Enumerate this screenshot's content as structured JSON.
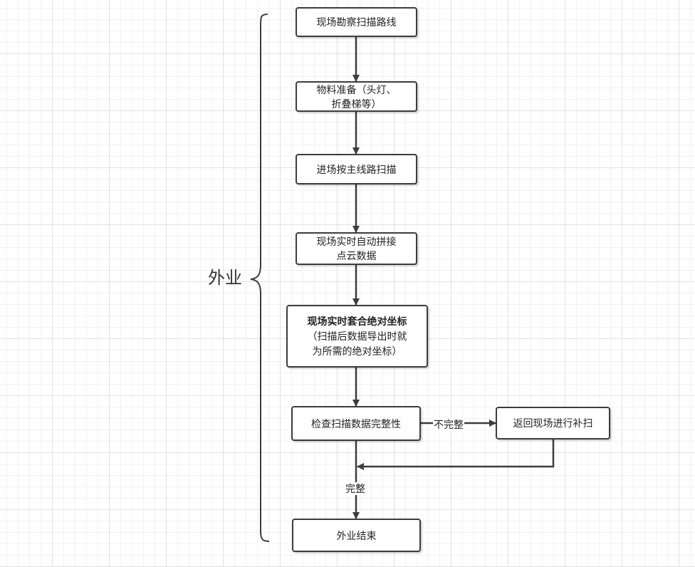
{
  "diagram": {
    "group_label": "外业",
    "nodes": {
      "survey_route": {
        "line1": "现场勘察扫描路线"
      },
      "materials": {
        "line1": "物料准备（头灯、",
        "line2": "折叠梯等）"
      },
      "scan_main": {
        "line1": "进场按主线路扫描"
      },
      "stitch": {
        "line1": "现场实时自动拼接",
        "line2": "点云数据"
      },
      "coords": {
        "line1": "现场实时套合绝对坐标",
        "line2": "（扫描后数据导出时就",
        "line3": "为所需的绝对坐标）"
      },
      "check": {
        "line1": "检查扫描数据完整性"
      },
      "rescan": {
        "line1": "返回现场进行补扫"
      },
      "end": {
        "line1": "外业结束"
      }
    },
    "edges": {
      "incomplete_label": "不完整",
      "complete_label": "完整"
    },
    "colors": {
      "stroke": "#3c3c3c",
      "text": "#222222",
      "grid": "#e2e2e2"
    }
  }
}
